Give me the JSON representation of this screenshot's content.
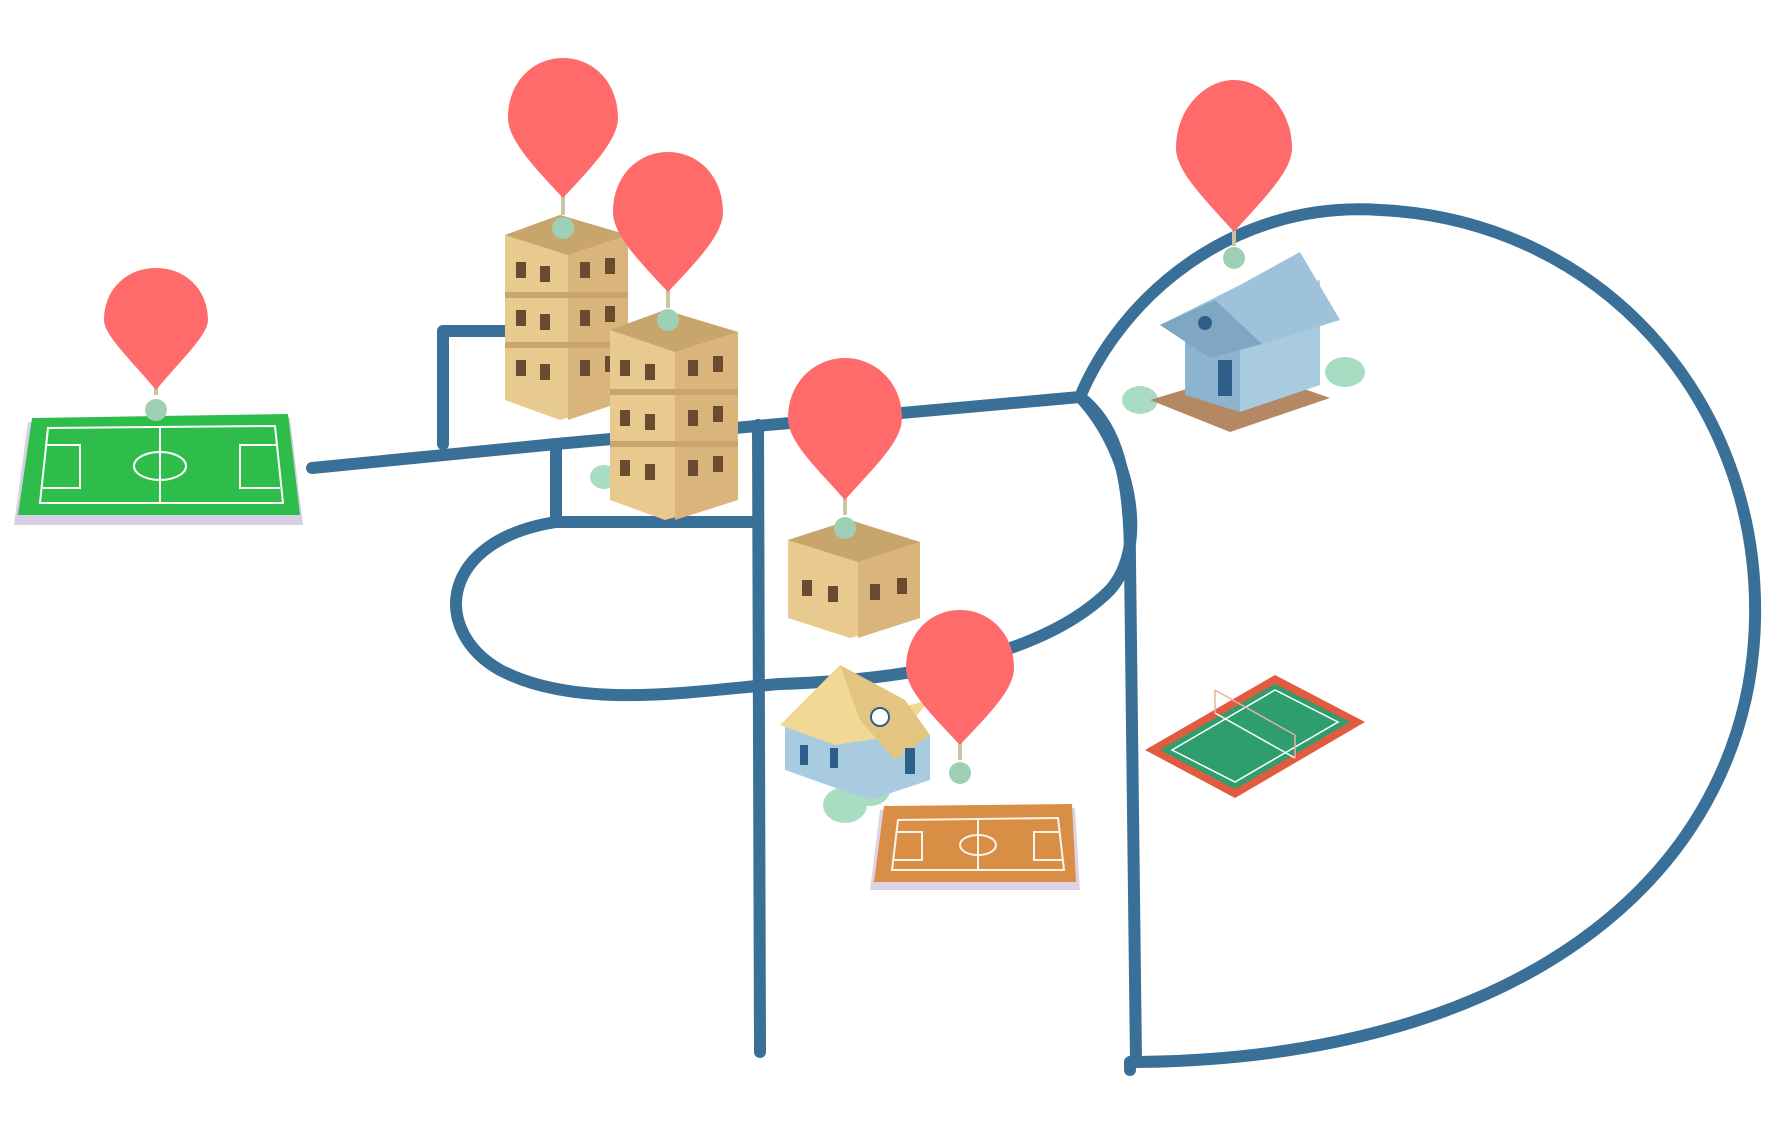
{
  "colors": {
    "road": "#3a6f97",
    "pin": "#ff6b6b",
    "pin_stem": "#c9c6a6",
    "pin_ball": "#9fd0b5",
    "grass": "#2ebd4a",
    "clay": "#d88f45",
    "tennis": "#2f9e6e",
    "tennis_border": "#e05b3f",
    "building_wall": "#e8c98e",
    "building_roof": "#c9a56e",
    "house_wall": "#a9cbe0",
    "house_roof_blue": "#9ec2d9",
    "house_roof_yellow": "#f1d896",
    "shrub": "#a8ddc3"
  },
  "markers": [
    {
      "icon": "map-pin-icon",
      "target": "soccer-field-green"
    },
    {
      "icon": "map-pin-icon",
      "target": "apartment-building-left"
    },
    {
      "icon": "map-pin-icon",
      "target": "apartment-building-right"
    },
    {
      "icon": "map-pin-icon",
      "target": "small-building"
    },
    {
      "icon": "map-pin-icon",
      "target": "blue-house"
    },
    {
      "icon": "map-pin-icon",
      "target": "orange-field"
    }
  ],
  "places": [
    {
      "icon": "soccer-field-icon",
      "kind": "soccer-field-green"
    },
    {
      "icon": "apartment-building-icon",
      "kind": "apartment-building-left"
    },
    {
      "icon": "apartment-building-icon",
      "kind": "apartment-building-right"
    },
    {
      "icon": "building-icon",
      "kind": "small-building"
    },
    {
      "icon": "house-icon",
      "kind": "blue-house"
    },
    {
      "icon": "house-icon",
      "kind": "yellow-roof-house"
    },
    {
      "icon": "soccer-field-icon",
      "kind": "orange-field"
    },
    {
      "icon": "tennis-court-icon",
      "kind": "tennis-court"
    }
  ]
}
